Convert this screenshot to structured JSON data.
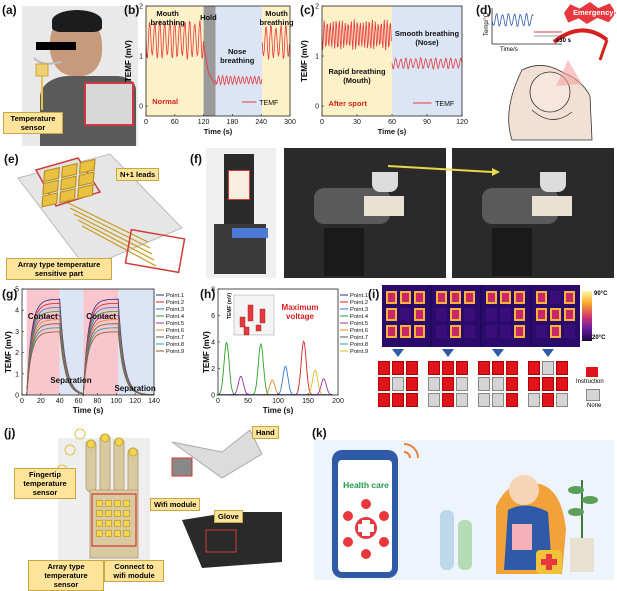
{
  "labels": {
    "a": "(a)",
    "b": "(b)",
    "c": "(c)",
    "d": "(d)",
    "e": "(e)",
    "f": "(f)",
    "g": "(g)",
    "h": "(h)",
    "i": "(i)",
    "j": "(j)",
    "k": "(k)"
  },
  "panel_a": {
    "callout": "Temperature sensor"
  },
  "panel_b": {
    "ylabel": "TEMF (mV)",
    "xlabel": "Time (s)",
    "regions": [
      "Mouth breathing",
      "Hold",
      "Nose breathing",
      "Mouth breathing"
    ],
    "state": "Normal",
    "legend": "TEMF",
    "xticks": [
      "0",
      "60",
      "120",
      "180",
      "240",
      "300"
    ],
    "yticks": [
      "0",
      "1",
      "2"
    ]
  },
  "panel_c": {
    "ylabel": "TEMF (mV)",
    "xlabel": "Time (s)",
    "region_left": "Rapid breathing (Mouth)",
    "region_right": "Smooth breathing (Nose)",
    "state": "After sport",
    "legend": "TEMF",
    "xticks": [
      "0",
      "30",
      "60",
      "90",
      "120"
    ],
    "yticks": [
      "0",
      "1",
      "2"
    ]
  },
  "panel_d": {
    "ylabel": "Temp/°C",
    "xlabel": "Time/s",
    "duration": "≥30 s",
    "alert": "Emergency!!"
  },
  "panel_e": {
    "callout_top": "N+1 leads",
    "callout_bottom": "Array type temperature sensitive part"
  },
  "panel_g": {
    "ylabel": "TEMF (mV)",
    "xlabel": "Time (s)",
    "contact1": "Contact",
    "contact2": "Contact",
    "sep1": "Separation",
    "sep2": "Separation",
    "xticks": [
      "0",
      "20",
      "40",
      "60",
      "80",
      "100",
      "120",
      "140"
    ],
    "yticks": [
      "0",
      "1",
      "2",
      "3",
      "4",
      "5"
    ],
    "legend": [
      "Point.1",
      "Point.2",
      "Point.3",
      "Point.4",
      "Point.5",
      "Point.6",
      "Point.7",
      "Point.8",
      "Point.9"
    ]
  },
  "panel_h": {
    "ylabel": "TEMF (mV)",
    "xlabel": "Time (s)",
    "annotation": "Maximum voltage",
    "inset_ylabel": "TEMF (mV)",
    "xticks": [
      "0",
      "50",
      "100",
      "150",
      "200"
    ],
    "yticks": [
      "0",
      "2",
      "4",
      "6",
      "8"
    ],
    "legend": [
      "Point.1",
      "Point.2",
      "Point.3",
      "Point.4",
      "Point.5",
      "Point.6",
      "Point.7",
      "Point.8",
      "Point.9"
    ]
  },
  "panel_i": {
    "colorbar_max": "90°C",
    "colorbar_min": "20°C",
    "legend_instruction": "Instruction",
    "legend_none": "None"
  },
  "panel_j": {
    "fingertip": "Fingertip temperature sensor",
    "array": "Array type temperature sensor",
    "connect": "Connect to wifi module",
    "hand": "Hand",
    "wifi": "Wifi module",
    "glove": "Glove"
  },
  "panel_k": {
    "title": "Health care"
  },
  "colors": {
    "trace": "#e8383d",
    "callout": "#fde49a",
    "bg_yellow": "#fdf1c7",
    "bg_blue": "#dbe5f5",
    "contact_pink": "#f8c6cc"
  }
}
